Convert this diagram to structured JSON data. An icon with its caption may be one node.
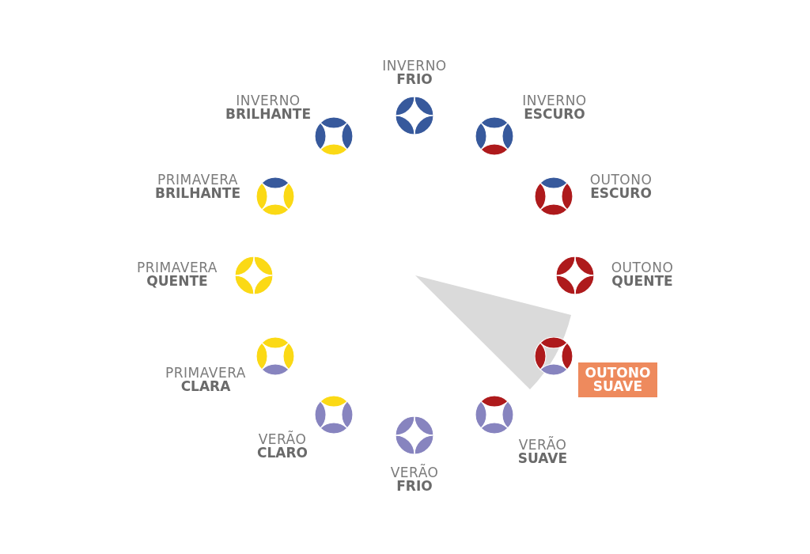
{
  "diagram": {
    "nodes": [
      {
        "text": [
          "INVERNO",
          "FRIO"
        ]
      },
      {
        "text": [
          "INVERNO",
          "ESCURO"
        ]
      },
      {
        "text": [
          "OUTONO",
          "ESCURO"
        ]
      },
      {
        "text": [
          "OUTONO",
          "QUENTE"
        ]
      },
      {
        "text": [],
        "shape": "circle"
      },
      {
        "text": [
          "OUTONO SUAVE"
        ]
      },
      {
        "text": [
          "VERÃO",
          "SUAVE"
        ]
      },
      {
        "text": [
          "VERÃO",
          "FRIO"
        ]
      },
      {
        "text": [
          "VERÃO",
          "CLARO"
        ]
      },
      {
        "text": [
          "PRIMAVERA",
          "CLARA"
        ]
      },
      {
        "text": [
          "PRIMAVERA",
          "QUENTE"
        ]
      },
      {
        "text": [
          "PRIMAVERA",
          "BRILHANTE"
        ]
      },
      {
        "text": [
          "INVERNO",
          "BRILHANTE"
        ]
      }
    ]
  }
}
